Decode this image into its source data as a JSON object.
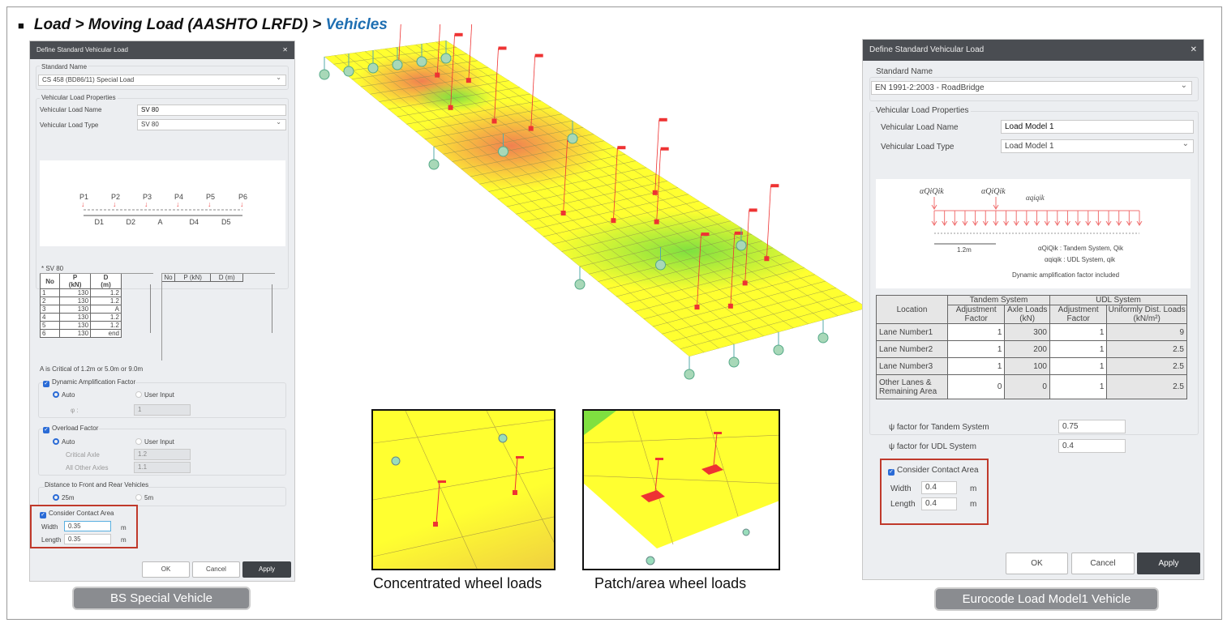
{
  "title": {
    "part1": "Load > Moving Load (AASHTO LRFD) > ",
    "part2": "Vehicles"
  },
  "left_dialog": {
    "title": "Define Standard Vehicular Load",
    "standard_name_label": "Standard Name",
    "standard_name": "CS 458 (BD86/11) Special Load",
    "props_label": "Vehicular Load Properties",
    "name_label": "Vehicular Load Name",
    "name_value": "SV 80",
    "type_label": "Vehicular Load Type",
    "type_value": "SV 80",
    "diagram": {
      "loads": [
        "P1",
        "P2",
        "P3",
        "P4",
        "P5",
        "P6"
      ],
      "spans": [
        "D1",
        "D2",
        "A",
        "D4",
        "D5"
      ]
    },
    "table_caption": "* SV 80",
    "headers": [
      "No",
      "P\n(kN)",
      "D\n(m)"
    ],
    "rows": [
      [
        "1",
        "130",
        "1.2"
      ],
      [
        "2",
        "130",
        "1.2"
      ],
      [
        "3",
        "130",
        "A"
      ],
      [
        "4",
        "130",
        "1.2"
      ],
      [
        "5",
        "130",
        "1.2"
      ],
      [
        "6",
        "130",
        "end"
      ]
    ],
    "note": "A is Critical of 1.2m or 5.0m or 9.0m",
    "daf_label": "Dynamic Amplification Factor",
    "auto": "Auto",
    "user_input": "User Input",
    "phi_label": "φ :",
    "phi_value": "1",
    "overload_label": "Overload Factor",
    "critical_axle_label": "Critical Axle",
    "critical_axle": "1.2",
    "other_axles_label": "All Other Axles",
    "other_axles": "1.1",
    "distance_label": "Distance to Front and Rear Vehicles",
    "dist_opt1": "25m",
    "dist_opt2": "5m",
    "contact_label": "Consider Contact Area",
    "width_label": "Width",
    "width_value": "0.35",
    "length_label": "Length",
    "length_value": "0.35",
    "unit": "m",
    "ok": "OK",
    "cancel": "Cancel",
    "apply": "Apply"
  },
  "right_dialog": {
    "title": "Define Standard Vehicular Load",
    "standard_name_label": "Standard Name",
    "standard_name": "EN 1991-2:2003 - RoadBridge",
    "props_label": "Vehicular Load Properties",
    "name_label": "Vehicular Load Name",
    "name_value": "Load Model 1",
    "type_label": "Vehicular Load Type",
    "type_value": "Load Model 1",
    "diagram": {
      "q1": "αQiQik",
      "q2": "αQiQik",
      "udl": "αqiqik",
      "dim": "1.2m",
      "legend1": "αQiQik : Tandem System, Qik",
      "legend2": "αqiqik : UDL System, qik",
      "note": "Dynamic amplification factor included"
    },
    "table": {
      "location": "Location",
      "tandem": "Tandem System",
      "udl": "UDL System",
      "adj": "Adjustment Factor",
      "axle": "Axle Loads (kN)",
      "udl_loads": "Uniformly Dist. Loads (kN/m²)",
      "rows": [
        [
          "Lane Number1",
          "1",
          "300",
          "1",
          "9"
        ],
        [
          "Lane Number2",
          "1",
          "200",
          "1",
          "2.5"
        ],
        [
          "Lane Number3",
          "1",
          "100",
          "1",
          "2.5"
        ],
        [
          "Other Lanes & Remaining Area",
          "0",
          "0",
          "1",
          "2.5"
        ]
      ]
    },
    "psi_tandem_label": "ψ factor for Tandem System",
    "psi_tandem": "0.75",
    "psi_udl_label": "ψ factor for UDL System",
    "psi_udl": "0.4",
    "contact_label": "Consider Contact Area",
    "width_label": "Width",
    "width_value": "0.4",
    "length_label": "Length",
    "length_value": "0.4",
    "unit": "m",
    "ok": "OK",
    "cancel": "Cancel",
    "apply": "Apply"
  },
  "captions": {
    "concentrated": "Concentrated wheel loads",
    "patch": "Patch/area wheel loads",
    "bs": "BS Special Vehicle",
    "euro": "Eurocode Load Model1 Vehicle"
  }
}
